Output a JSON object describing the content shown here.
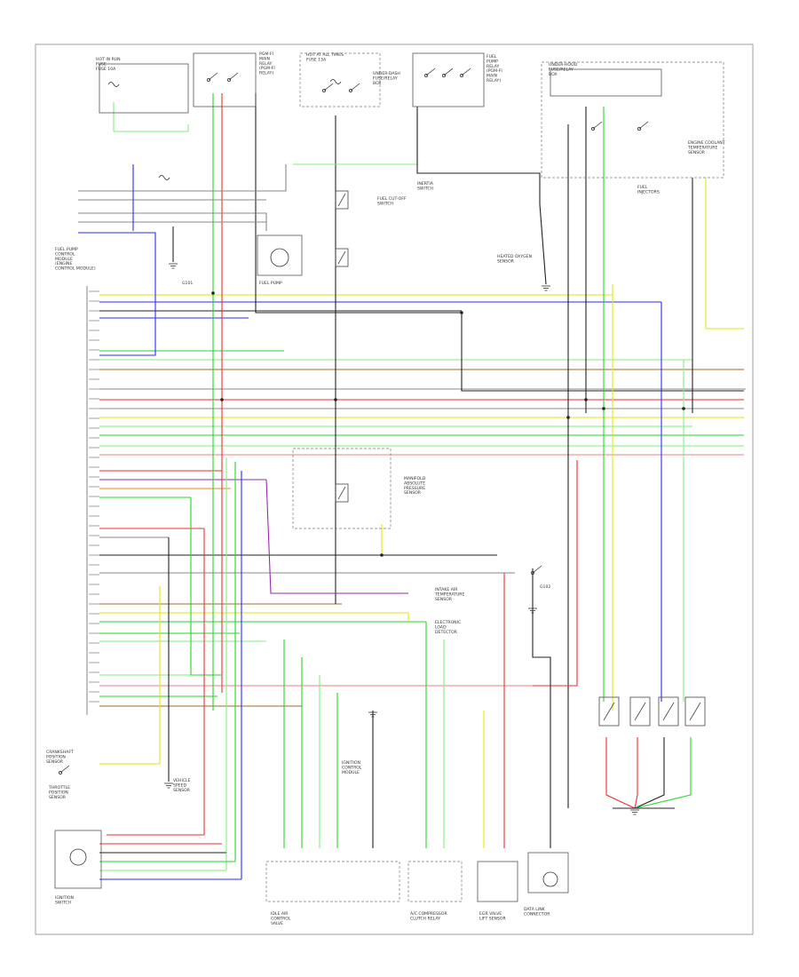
{
  "diagram": {
    "footer_code": "",
    "blocks": [
      {
        "key": "hot_run",
        "lines": [
          "HOT IN RUN",
          "FUSE",
          "FUSE 10A"
        ]
      },
      {
        "key": "pgm_relay",
        "lines": [
          "PGM-FI",
          "MAIN",
          "RELAY",
          "(PGM-FI",
          "RELAY)"
        ]
      },
      {
        "key": "hot_all",
        "lines": [
          "HOT AT ALL TIMES",
          "FUSE 15A"
        ]
      },
      {
        "key": "under_dash",
        "lines": [
          "UNDER-DASH",
          "FUSE/RELAY",
          "BOX"
        ]
      },
      {
        "key": "fuel_relay",
        "lines": [
          "FUEL",
          "PUMP",
          "RELAY",
          "(PGM-FI",
          "MAIN",
          "RELAY)"
        ]
      },
      {
        "key": "inertia",
        "lines": [
          "INERTIA",
          "SWITCH"
        ]
      },
      {
        "key": "fuel_cut",
        "lines": [
          "FUEL CUT-OFF",
          "SWITCH"
        ]
      },
      {
        "key": "fuel_pump",
        "lines": [
          "FUEL PUMP"
        ]
      },
      {
        "key": "under_hood",
        "lines": [
          "UNDER-HOOD",
          "FUSE/RELAY",
          "BOX"
        ]
      },
      {
        "key": "pcm",
        "lines": [
          "FUEL PUMP",
          "CONTROL",
          "MODULE",
          "(ENGINE",
          "CONTROL MODULE)"
        ]
      },
      {
        "key": "idle_air",
        "lines": [
          "IDLE AIR",
          "CONTROL",
          "VALVE"
        ]
      },
      {
        "key": "ignition",
        "lines": [
          "IGNITION",
          "CONTROL",
          "MODULE"
        ]
      },
      {
        "key": "speed_sensor",
        "lines": [
          "VEHICLE",
          "SPEED",
          "SENSOR"
        ]
      },
      {
        "key": "ipdm",
        "lines": [
          "IGNITION",
          "SWITCH"
        ]
      },
      {
        "key": "crank",
        "lines": [
          "CRANKSHAFT",
          "POSITION",
          "SENSOR"
        ]
      },
      {
        "key": "throttle",
        "lines": [
          "THROTTLE",
          "POSITION",
          "SENSOR"
        ]
      },
      {
        "key": "map_sensor",
        "lines": [
          "MANIFOLD",
          "ABSOLUTE",
          "PRESSURE",
          "SENSOR"
        ]
      },
      {
        "key": "ect_sensor",
        "lines": [
          "ENGINE COOLANT",
          "TEMPERATURE",
          "SENSOR"
        ]
      },
      {
        "key": "injectors",
        "lines": [
          "FUEL",
          "INJECTORS"
        ]
      },
      {
        "key": "iat",
        "lines": [
          "INTAKE AIR",
          "TEMPERATURE",
          "SENSOR"
        ]
      },
      {
        "key": "knock",
        "lines": [
          "ELECTRONIC",
          "LOAD",
          "DETECTOR"
        ]
      },
      {
        "key": "ac_clutch",
        "lines": [
          "A/C COMPRESSOR",
          "CLUTCH RELAY"
        ]
      },
      {
        "key": "egr",
        "lines": [
          "EGR VALVE",
          "LIFT SENSOR"
        ]
      },
      {
        "key": "data_link",
        "lines": [
          "DATA LINK",
          "CONNECTOR"
        ]
      },
      {
        "key": "o2",
        "lines": [
          "HEATED OXYGEN",
          "SENSOR"
        ]
      },
      {
        "key": "gnd_g101",
        "lines": [
          "G101"
        ]
      },
      {
        "key": "gnd_g102",
        "lines": [
          "G102"
        ]
      }
    ],
    "wire_colors": {
      "yellow": "#e6e60a",
      "red": "#ee3030",
      "blue": "#2a2aff",
      "green": "#29d629",
      "lt_green": "#7ff07f",
      "brown": "#9a6a2a",
      "purple": "#9a2ab0",
      "black": "#222222",
      "grey": "#8a8a8a",
      "orange": "#e08a2a",
      "pink": "#f08080"
    },
    "icons": [
      "relay-icon",
      "fuse-icon",
      "ground-icon",
      "switch-icon",
      "motor-icon",
      "injector-icon",
      "connector-icon"
    ]
  }
}
